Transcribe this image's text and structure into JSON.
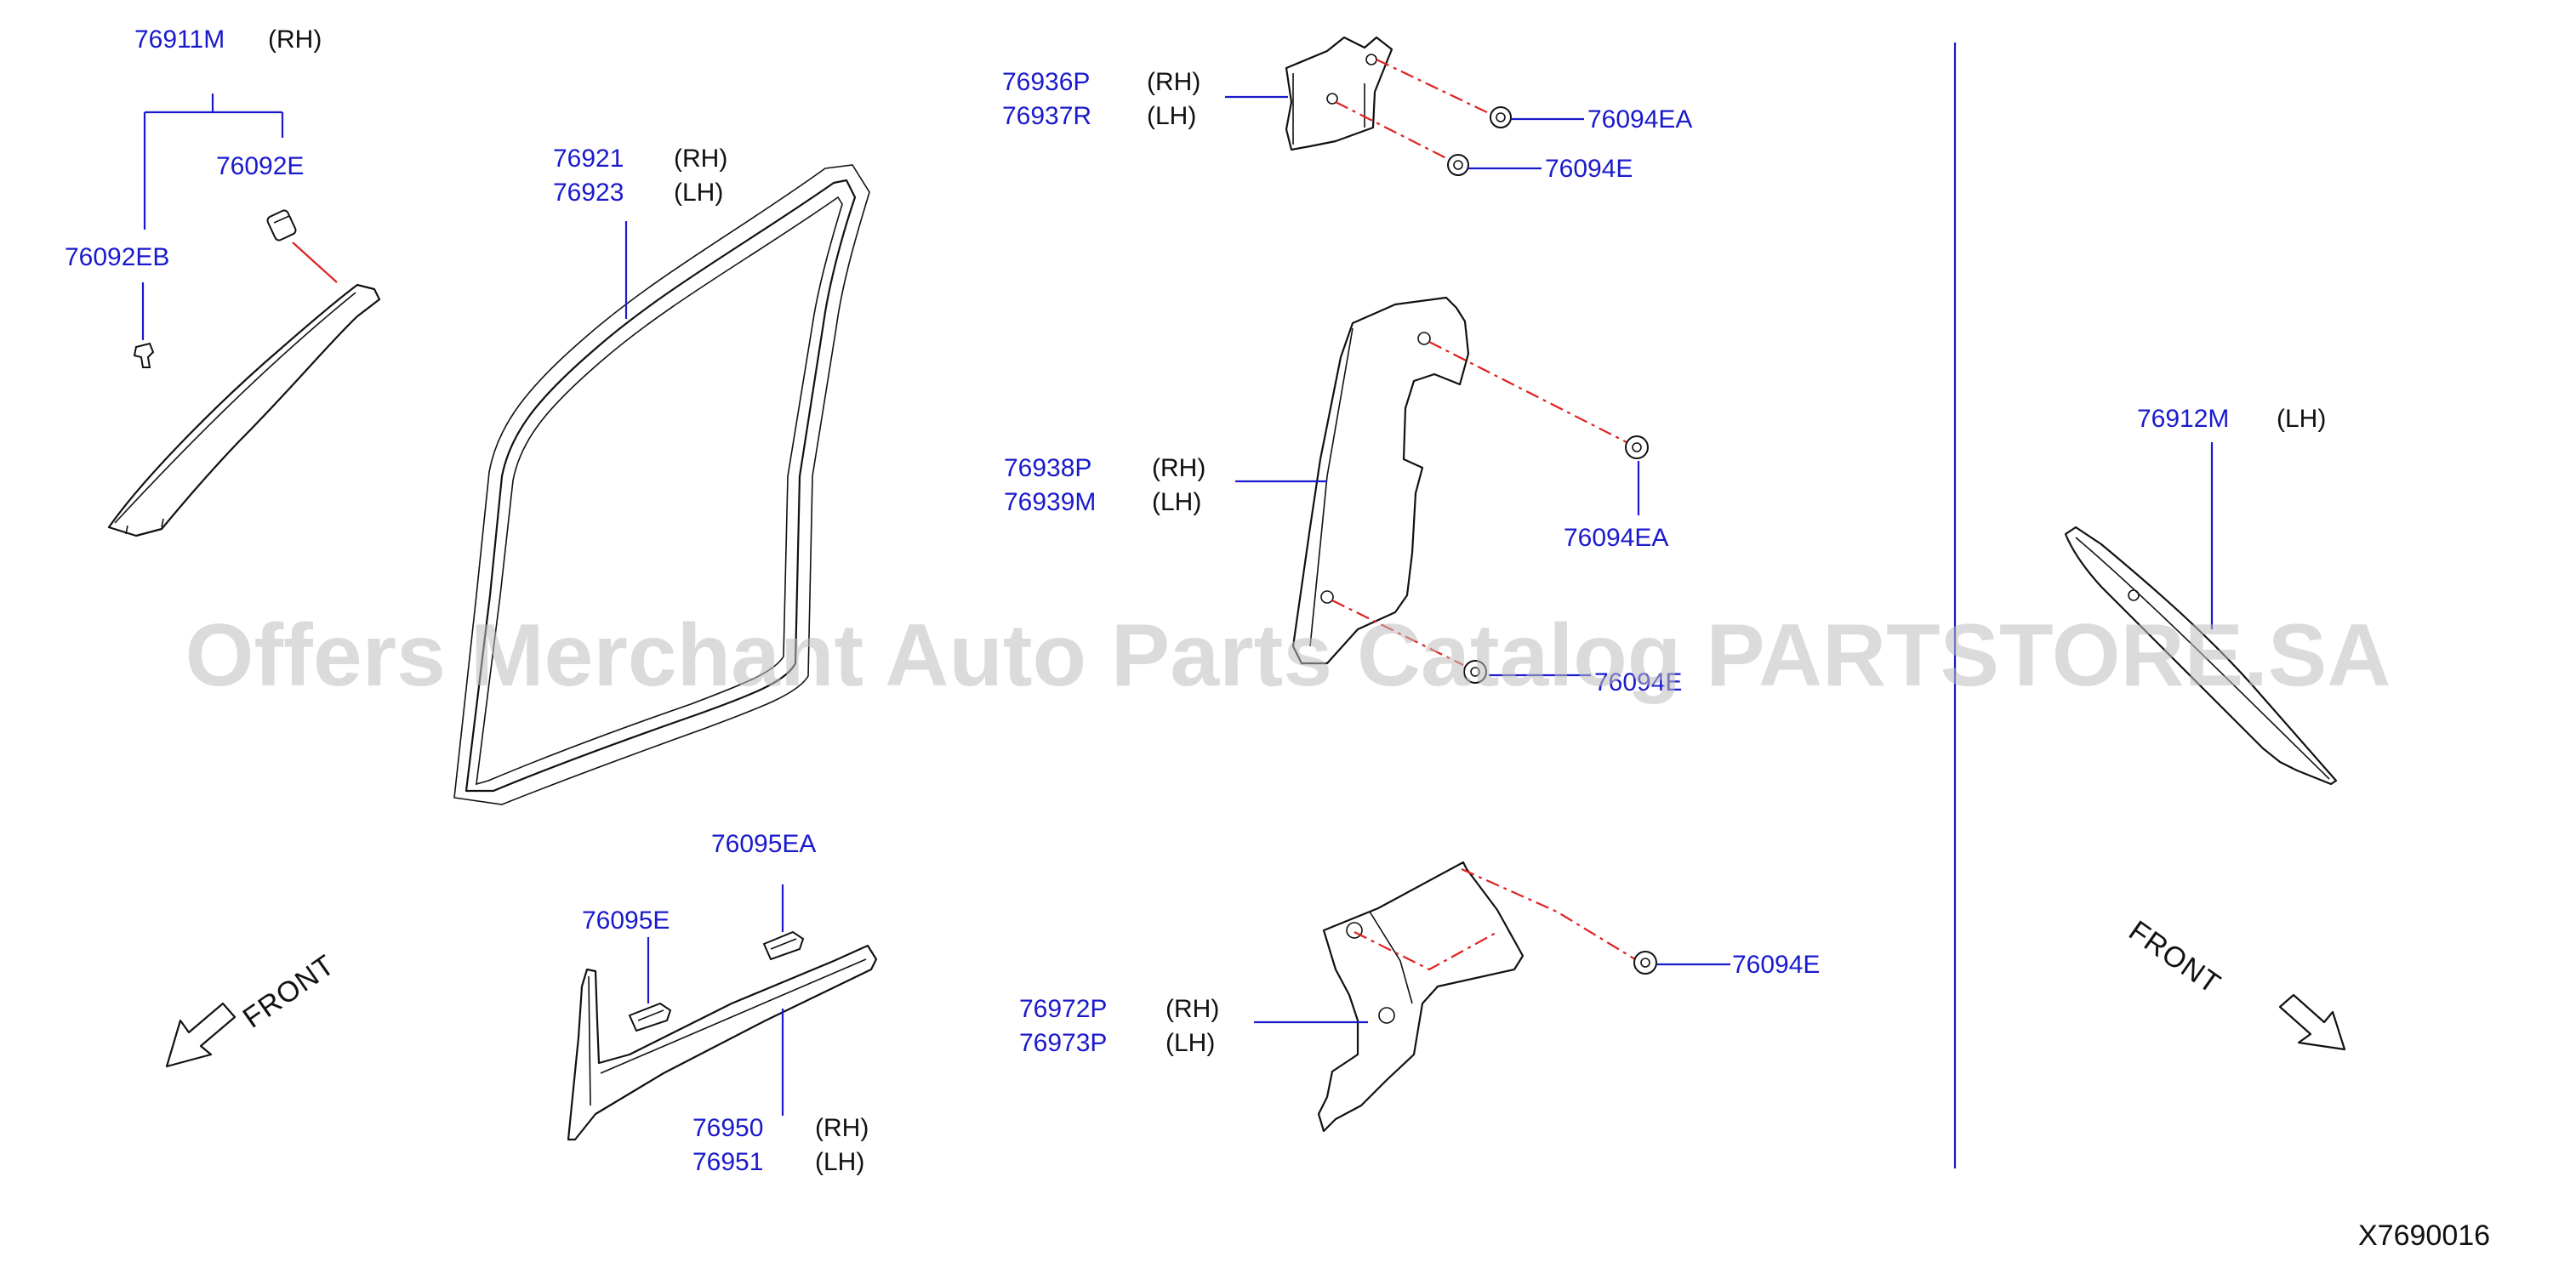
{
  "diagram": {
    "code": "X7690016",
    "front_label": "FRONT",
    "watermark": "Offers Merchant Auto Parts Catalog PARTSTORE.SA",
    "callouts": {
      "p76911M": "76911M",
      "p76911M_side": "(RH)",
      "p76092E": "76092E",
      "p76092EB": "76092EB",
      "p76921": "76921",
      "p76921_side": "(RH)",
      "p76923": "76923",
      "p76923_side": "(LH)",
      "p76936P": "76936P",
      "p76936P_side": "(RH)",
      "p76937R": "76937R",
      "p76937R_side": "(LH)",
      "p76094EA_a": "76094EA",
      "p76094E_a": "76094E",
      "p76938P": "76938P",
      "p76938P_side": "(RH)",
      "p76939M": "76939M",
      "p76939M_side": "(LH)",
      "p76094EA_b": "76094EA",
      "p76094E_b": "76094E",
      "p76095EA": "76095EA",
      "p76095E": "76095E",
      "p76950": "76950",
      "p76950_side": "(RH)",
      "p76951": "76951",
      "p76951_side": "(LH)",
      "p76972P": "76972P",
      "p76972P_side": "(RH)",
      "p76973P": "76973P",
      "p76973P_side": "(LH)",
      "p76094E_c": "76094E",
      "p76912M": "76912M",
      "p76912M_side": "(LH)"
    }
  }
}
